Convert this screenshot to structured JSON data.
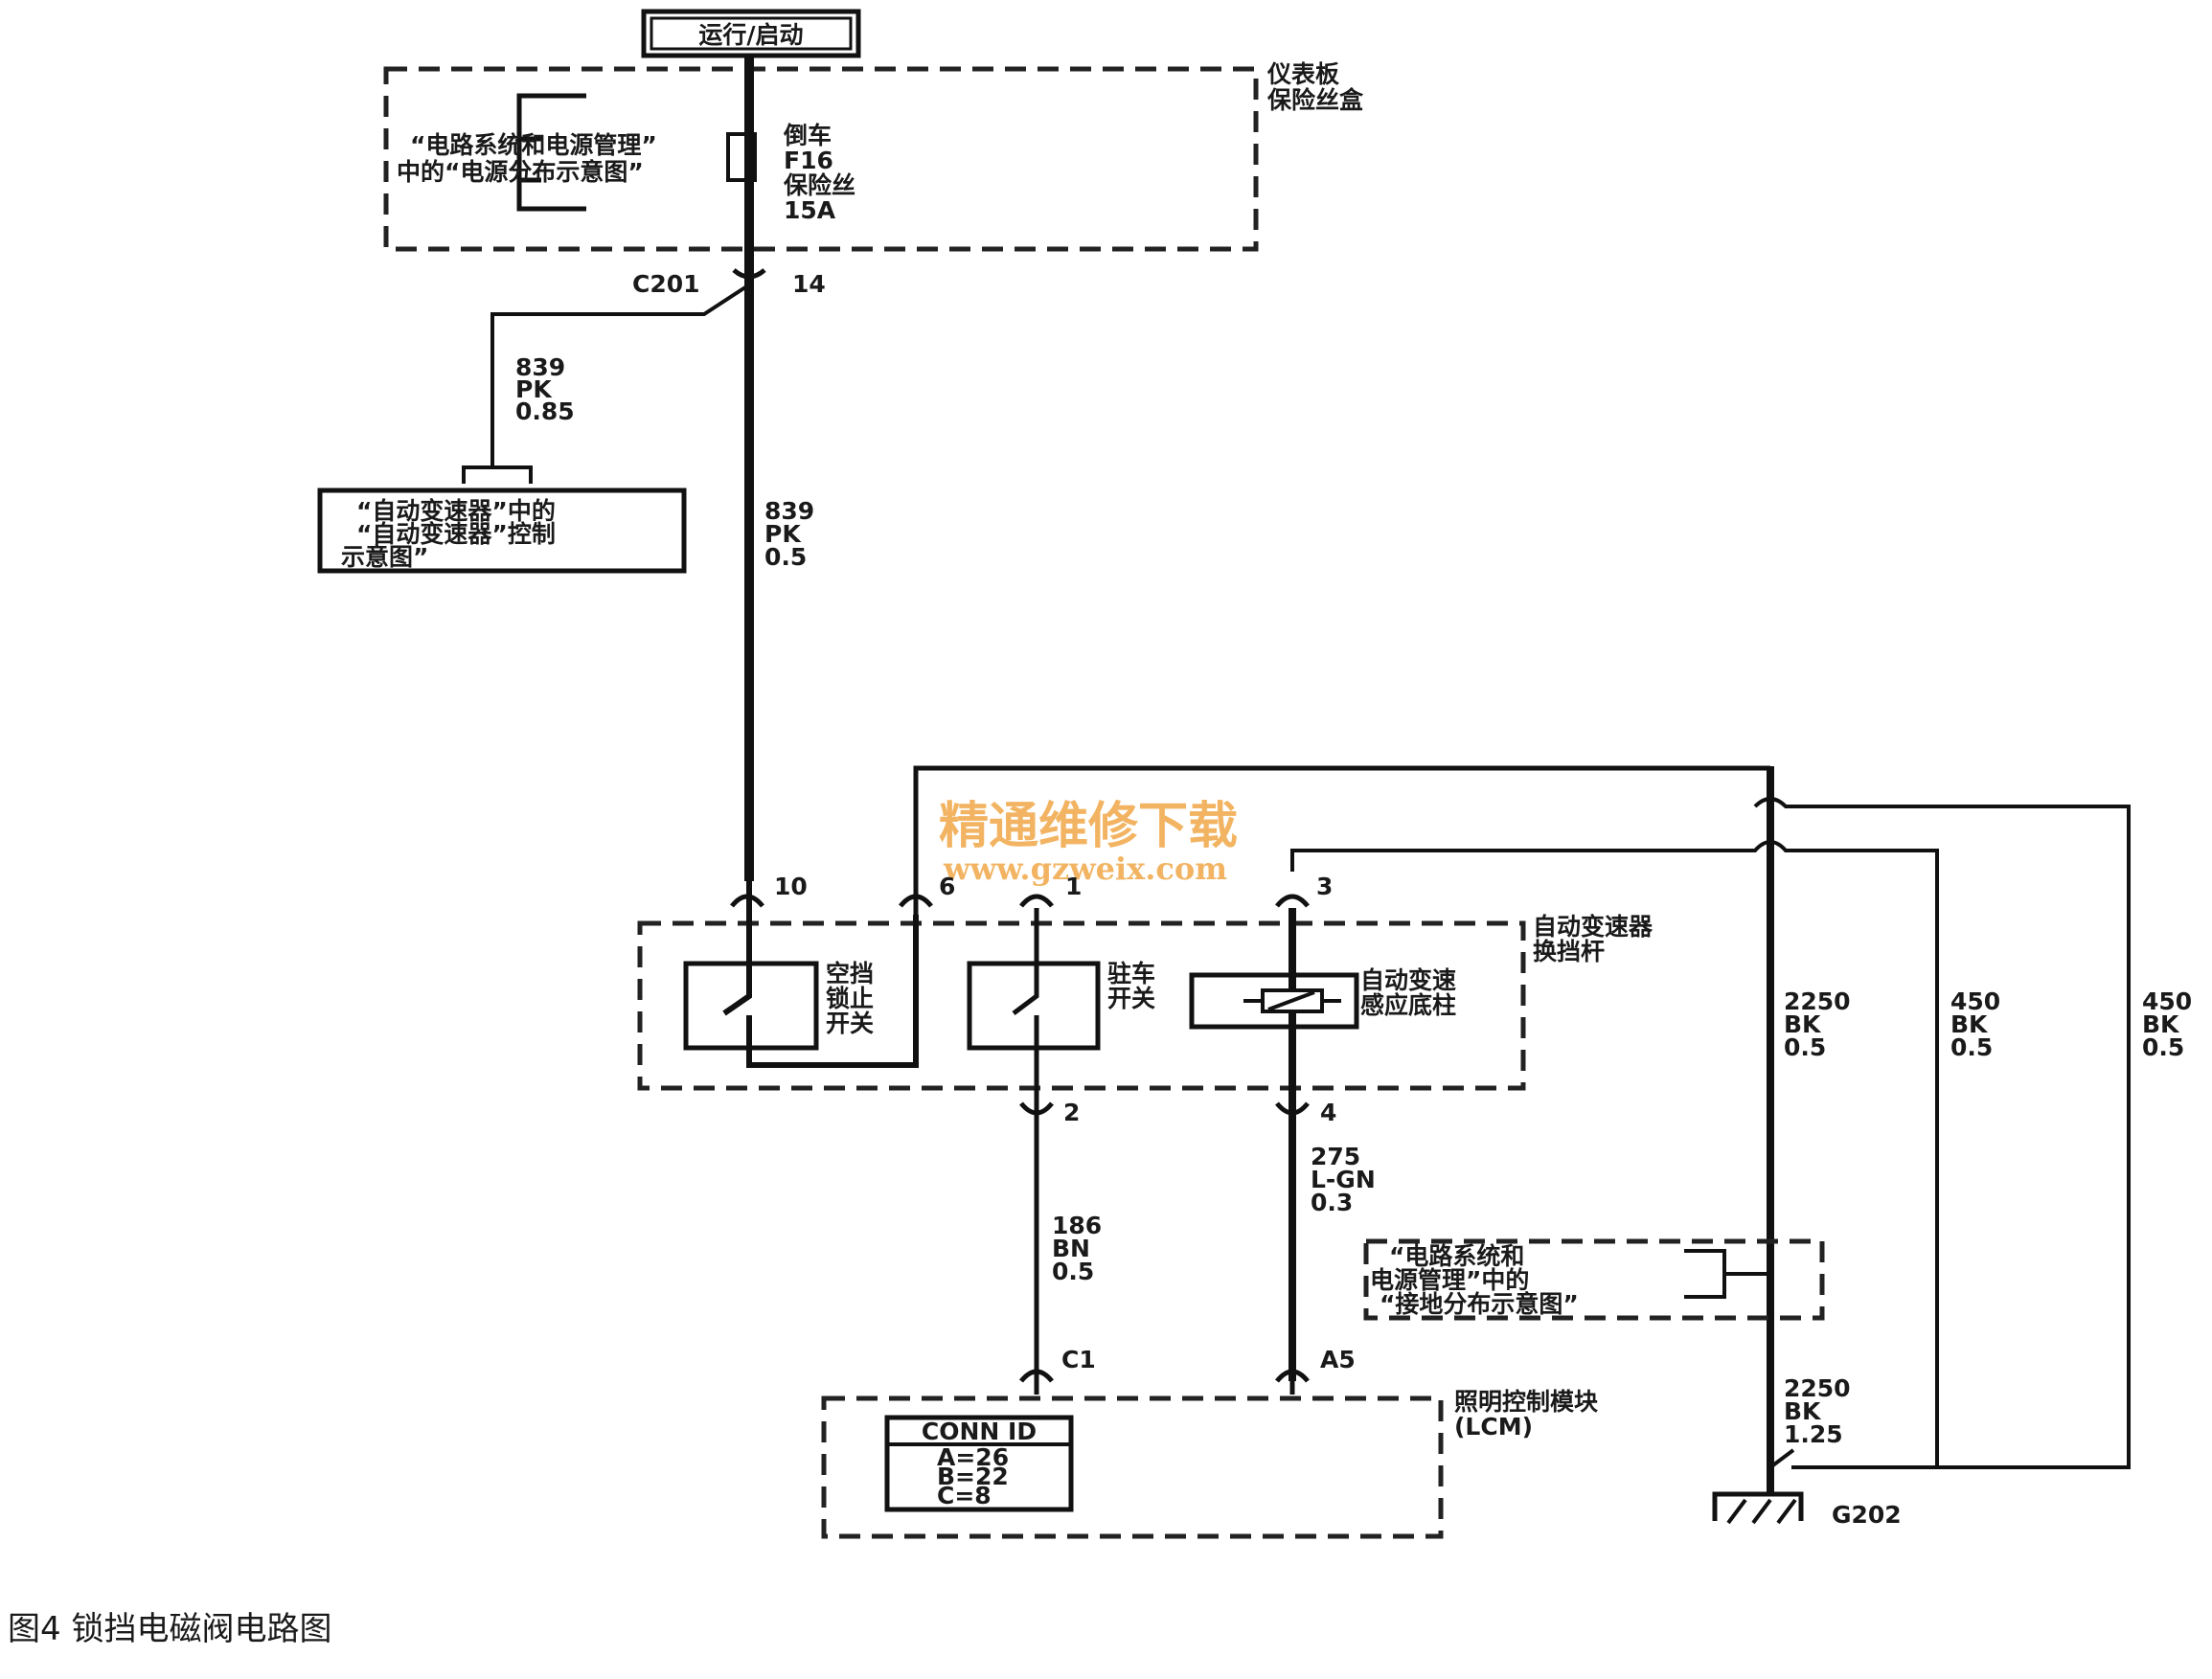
{
  "power_source": "运行/启动",
  "fuse_block": {
    "label_lines": [
      "仪表板",
      "保险丝盒"
    ],
    "ref_lines": [
      "“电路系统和电源管理”",
      "中的“电源分布示意图”"
    ],
    "fuse_lines": [
      "倒车",
      "F16",
      "保险丝",
      "15A"
    ]
  },
  "connector_c201": {
    "name": "C201",
    "pin": "14"
  },
  "wire_839_branch": [
    "839",
    "PK",
    "0.85"
  ],
  "wire_839_main": [
    "839",
    "PK",
    "0.5"
  ],
  "trans_ref_lines": [
    "“自动变速器”中的",
    "“自动变速器”控制",
    "示意图”"
  ],
  "watermark": {
    "line1": "精通维修下载",
    "line2": "www.gzweix.com",
    "color": "#f0a23c"
  },
  "shifter": {
    "label_lines": [
      "自动变速器",
      "换挡杆"
    ],
    "pins": {
      "p10": "10",
      "p6": "6",
      "p1": "1",
      "p3": "3",
      "p2": "2",
      "p4": "4"
    },
    "neutral_switch_lines": [
      "空挡",
      "锁止",
      "开关"
    ],
    "park_switch_lines": [
      "驻车",
      "开关"
    ],
    "solenoid_lines": [
      "自动变速",
      "感应底柱"
    ]
  },
  "wire_186": [
    "186",
    "BN",
    "0.5"
  ],
  "wire_275": [
    "275",
    "L-GN",
    "0.3"
  ],
  "ground_ref_lines": [
    "“电路系统和",
    "电源管理”中的",
    "“接地分布示意图”"
  ],
  "wire_2250_upper": [
    "2250",
    "BK",
    "0.5"
  ],
  "wire_450_a": [
    "450",
    "BK",
    "0.5"
  ],
  "wire_450_b": [
    "450",
    "BK",
    "0.5"
  ],
  "wire_2250_lower": [
    "2250",
    "BK",
    "1.25"
  ],
  "ground_point": "G202",
  "lcm": {
    "label_lines": [
      "照明控制模块",
      "(LCM)"
    ],
    "pin_c1": "C1",
    "pin_a5": "A5",
    "conn_title": "CONN ID",
    "conn_lines": [
      "A=26",
      "B=22",
      "C=8"
    ]
  },
  "caption": "图4   锁挡电磁阀电路图"
}
